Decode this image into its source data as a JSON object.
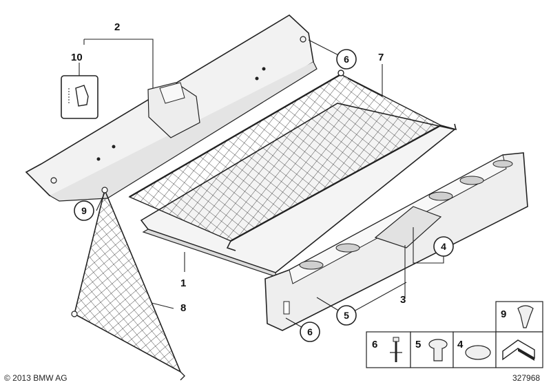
{
  "diagram": {
    "labels": {
      "part_1": "1",
      "part_2": "2",
      "part_3": "3",
      "part_4": "4",
      "part_5": "5",
      "part_6": "6",
      "part_7": "7",
      "part_8": "8",
      "part_9": "9",
      "part_10": "10"
    },
    "legend_boxes": [
      "6",
      "5",
      "4"
    ],
    "legend_box_top": "9"
  },
  "footer": {
    "copyright": "© 2013 BMW AG",
    "drawing_number": "327968"
  }
}
